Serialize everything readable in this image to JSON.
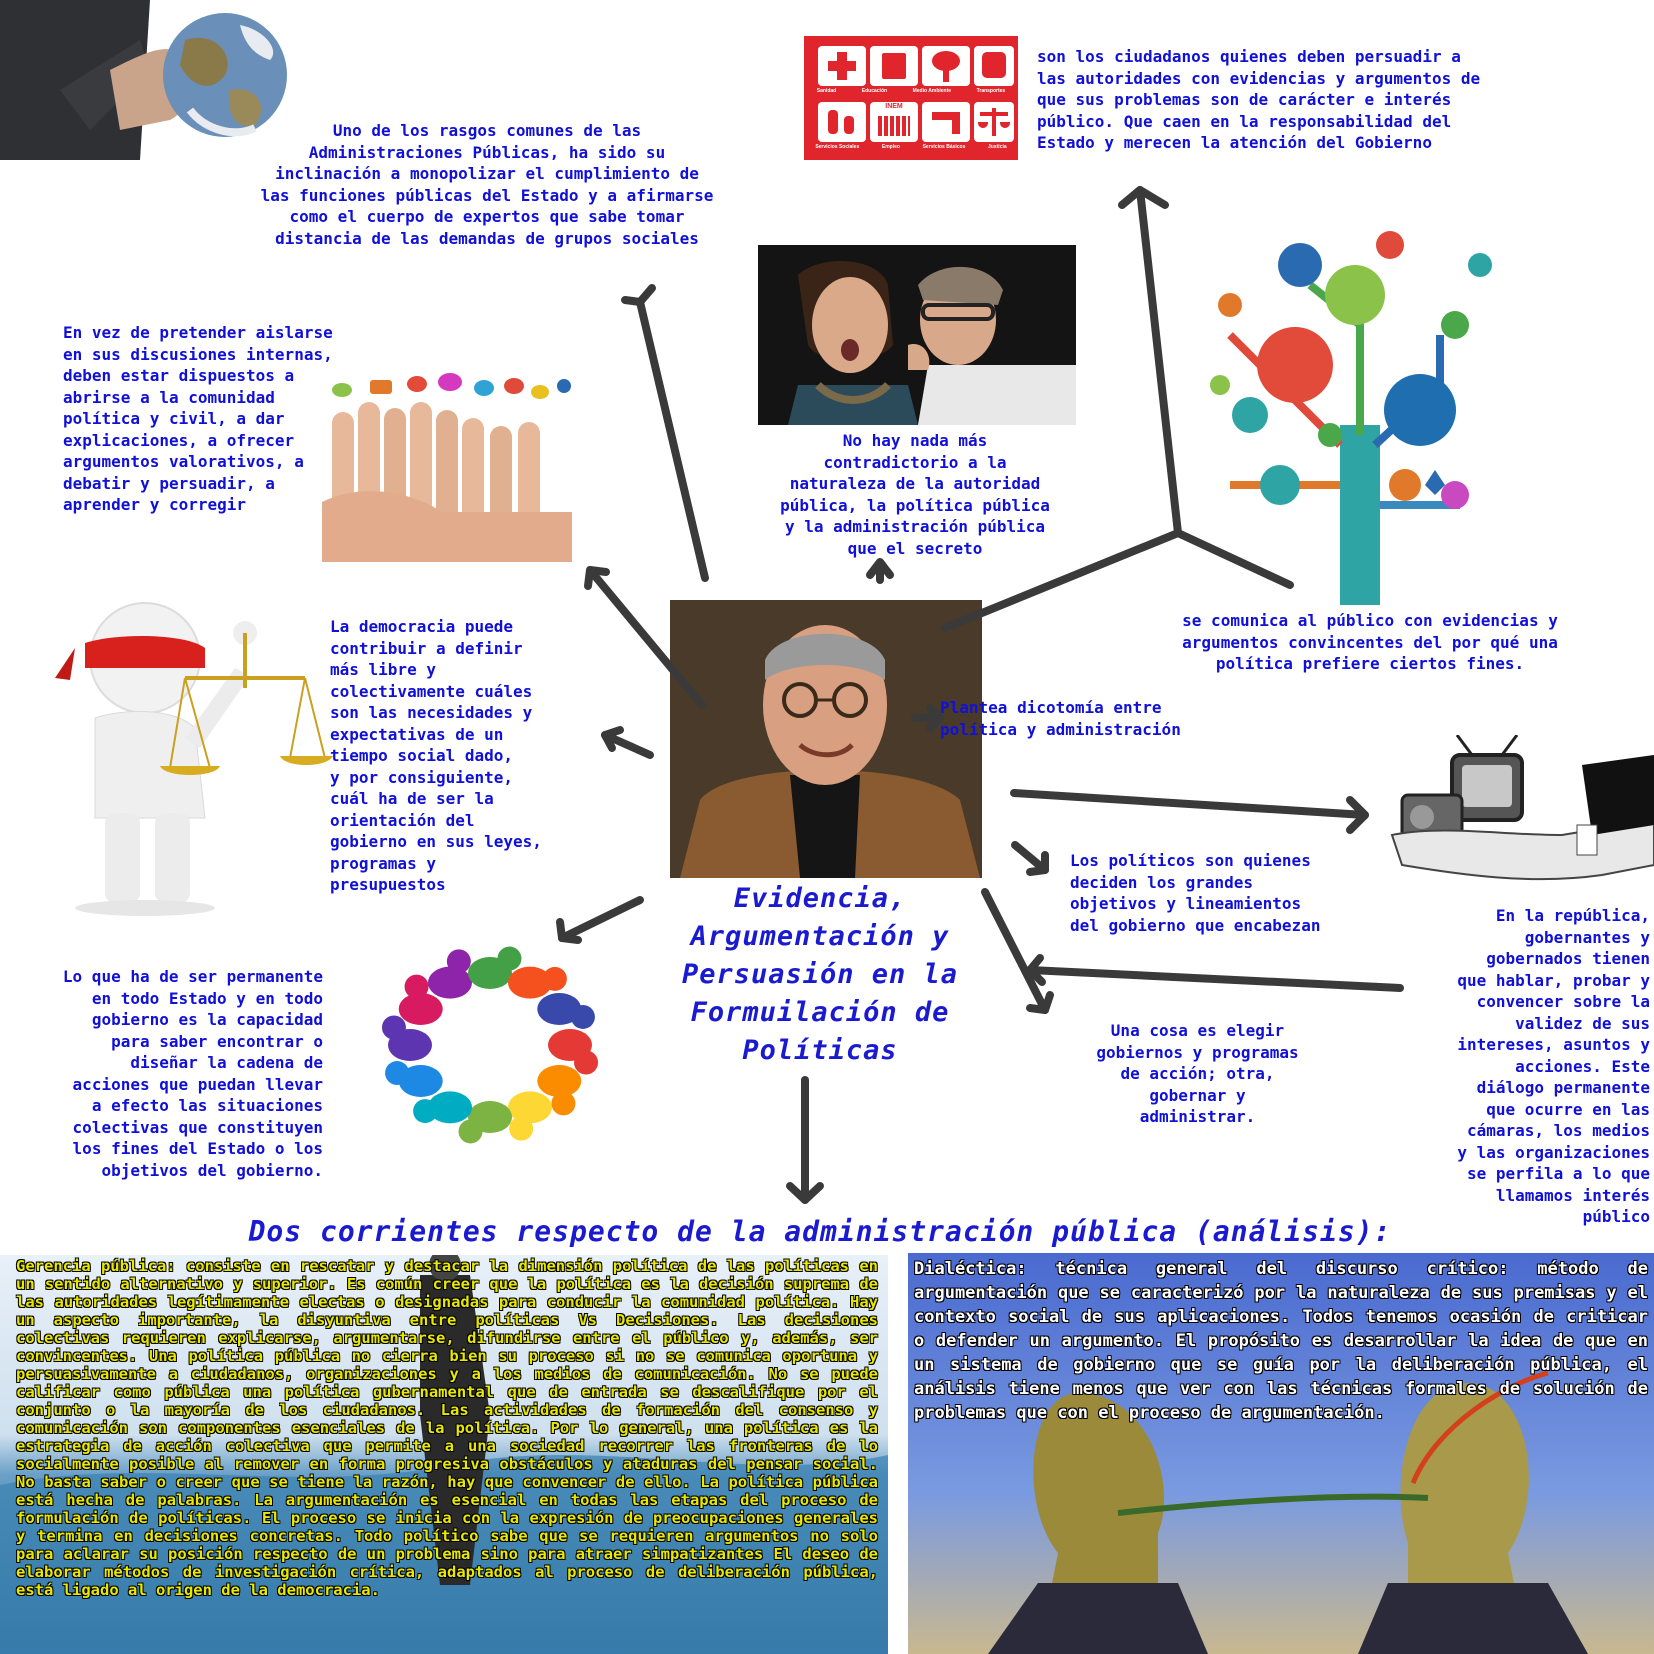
{
  "texts": {
    "top_left": "Uno de los rasgos comunes de las\nAdministraciones Públicas, ha sido su\ninclinación a monopolizar el cumplimiento de\nlas funciones públicas del Estado y a afirmarse\ncomo el cuerpo de expertos que sabe tomar\ndistancia de las demandas de grupos sociales",
    "top_right": "son los ciudadanos quienes deben persuadir a\nlas autoridades con evidencias y argumentos de\nque sus problemas son de carácter e interés\npúblico. Que caen en la responsabilidad del\nEstado y merecen la atención del Gobierno",
    "left_upper": "En vez de pretender aislarse\nen sus discusiones internas,\ndeben estar dispuestos a\nabrirse a la comunidad\npolítica y civil, a dar\nexplicaciones, a ofrecer\nargumentos valorativos, a\ndebatir y persuadir, a\naprender y corregir",
    "center_top": "No hay nada más\ncontradictorio a la\nnaturaleza de la autoridad\npública, la política pública\ny la administración pública\nque el secreto",
    "right_mid": "se comunica al público con evidencias y\nargumentos convincentes del por qué una\npolítica prefiere ciertos fines.",
    "democracy": "La democracia puede\ncontribuir a definir\nmás libre y\ncolectivamente cuáles\nson las necesidades y\nexpectativas de un\n  tiempo social dado,\ny por consiguiente,\ncuál ha de ser la\norientación del\ngobierno en sus leyes,\nprogramas y\npresupuestos",
    "dicotomia": "Plantea dicotomía entre\npolítica y administración",
    "politicos": "Los políticos son quienes\ndeciden los grandes\nobjetivos y lineamientos\ndel gobierno que encabezan",
    "republica": "En la república,\ngobernantes y\ngobernados tienen\nque hablar, probar y\nconvencer sobre la\nvalidez de sus\nintereses, asuntos y\nacciones. Este\ndiálogo permanente\nque ocurre en las\ncámaras, los medios\ny las organizaciones\nse perfila a lo que\nllamamos interés\npúblico",
    "elegir": "Una cosa es elegir\ngobiernos y programas\nde acción; otra,\ngobernar y\nadministrar.",
    "permanente": "Lo que ha de ser permanente\nen todo Estado y en todo\ngobierno es la capacidad\npara saber encontrar o\ndiseñar la cadena de\nacciones que puedan llevar\na efecto las situaciones\ncolectivas que constituyen\nlos fines del Estado o los\nobjetivos del gobierno.",
    "central_title": "Evidencia,\nArgumentación y\nPersuasión en la\nFormuilación de\nPolíticas",
    "section_title": "Dos corrientes respecto de la administración pública (análisis):",
    "gerencia": "Gerencia pública: consiste en rescatar y destacar la dimensión política de las políticas en un sentido alternativo y superior. Es común creer que la política es la decisión suprema de las autoridades legítimamente electas o designadas para conducir la comunidad política. Hay un aspecto importante, la disyuntiva entre políticas Vs Decisiones. Las decisiones colectivas requieren explicarse, argumentarse, difundirse entre el público y, además, ser convincentes. Una política pública no cierra bien su proceso si no se comunica oportuna y persuasivamente a ciudadanos, organizaciones y a los medios de comunicación. No se puede calificar como pública una política gubernamental que de entrada se descalifique por el conjunto o la mayoría de los ciudadanos. Las actividades de formación del consenso y comunicación son componentes esenciales de la política. Por lo general, una política es la estrategia de acción colectiva que permite a una sociedad recorrer las fronteras de lo socialmente posible al remover en forma progresiva obstáculos y ataduras del pensar social. No basta saber o creer que se tiene la razón, hay que convencer de ello. La política pública está hecha de palabras. La argumentación es esencial en todas las etapas del proceso de formulación de políticas. El proceso se inicia con la expresión de preocupaciones generales y termina en decisiones concretas. Todo político sabe que se requieren argumentos no solo para aclarar su posición respecto de un problema sino para atraer simpatizantes El deseo de elaborar métodos de investigación crítica, adaptados al proceso de deliberación pública, está ligado al origen de la democracia.",
    "dialectica": "Dialéctica: técnica general del discurso crítico: método de argumentación que se caracterizó por la naturaleza de sus premisas y el contexto social de sus aplicaciones. Todos tenemos ocasión de criticar o defender un argumento. El propósito es desarrollar la idea de que en un sistema de gobierno que se guía por la deliberación pública, el análisis tiene menos que ver con las técnicas formales de solución de problemas que con el proceso de argumentación."
  },
  "icon_labels": {
    "row1": [
      "Sanidad",
      "Educación",
      "Medio Ambiente",
      "Transportes"
    ],
    "row2": [
      "Servicios Sociales",
      "Empleo",
      "Servicios Básicos",
      "Justicia"
    ],
    "inem": "INEM"
  },
  "colors": {
    "text_blue": "#1010d8",
    "arrow": "#3a3a3a",
    "gerencia_text": "#e8e800",
    "red_panel": "#e0262c"
  }
}
